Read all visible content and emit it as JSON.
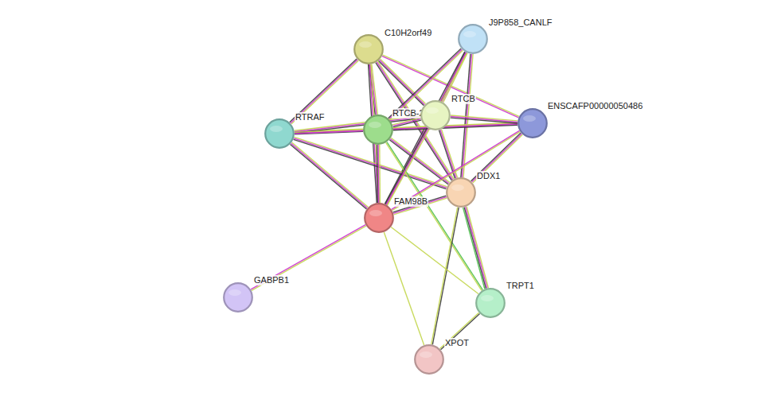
{
  "diagram": {
    "nodes": [
      {
        "text": [
          "C10H2orf49"
        ]
      },
      {
        "text": [
          "J9P858_CANLF"
        ]
      },
      {
        "text": [
          "RTRAF"
        ]
      },
      {
        "text": [
          "RTCB-2"
        ]
      },
      {
        "text": [
          "RTCB"
        ]
      },
      {
        "text": [
          "ENSCAFP00000050486"
        ]
      },
      {
        "text": [
          "DDX1"
        ]
      },
      {
        "text": [
          "FAM98B"
        ]
      },
      {
        "text": [
          "GABPB1"
        ]
      },
      {
        "text": [
          "TRPT1"
        ]
      },
      {
        "text": [
          "XPOT"
        ]
      }
    ],
    "edges": [
      {
        "from": 0,
        "to": 2,
        "arrow": "none"
      },
      {
        "from": 0,
        "to": 3,
        "arrow": "none"
      },
      {
        "from": 0,
        "to": 4,
        "arrow": "none"
      },
      {
        "from": 0,
        "to": 5,
        "arrow": "none"
      },
      {
        "from": 0,
        "to": 6,
        "arrow": "none"
      },
      {
        "from": 0,
        "to": 7,
        "arrow": "none"
      },
      {
        "from": 1,
        "to": 3,
        "arrow": "none"
      },
      {
        "from": 1,
        "to": 4,
        "arrow": "none"
      },
      {
        "from": 1,
        "to": 6,
        "arrow": "none"
      },
      {
        "from": 1,
        "to": 7,
        "arrow": "none"
      },
      {
        "from": 2,
        "to": 3,
        "arrow": "none"
      },
      {
        "from": 2,
        "to": 4,
        "arrow": "none"
      },
      {
        "from": 2,
        "to": 5,
        "arrow": "none"
      },
      {
        "from": 2,
        "to": 6,
        "arrow": "none"
      },
      {
        "from": 2,
        "to": 7,
        "arrow": "none"
      },
      {
        "from": 3,
        "to": 4,
        "arrow": "none"
      },
      {
        "from": 3,
        "to": 5,
        "arrow": "none"
      },
      {
        "from": 3,
        "to": 6,
        "arrow": "none"
      },
      {
        "from": 3,
        "to": 7,
        "arrow": "none"
      },
      {
        "from": 3,
        "to": 9,
        "arrow": "none"
      },
      {
        "from": 4,
        "to": 5,
        "arrow": "none"
      },
      {
        "from": 4,
        "to": 6,
        "arrow": "none"
      },
      {
        "from": 4,
        "to": 7,
        "arrow": "none"
      },
      {
        "from": 5,
        "to": 6,
        "arrow": "none"
      },
      {
        "from": 5,
        "to": 7,
        "arrow": "none"
      },
      {
        "from": 6,
        "to": 7,
        "arrow": "none"
      },
      {
        "from": 6,
        "to": 9,
        "arrow": "none"
      },
      {
        "from": 6,
        "to": 10,
        "arrow": "none"
      },
      {
        "from": 7,
        "to": 8,
        "arrow": "none"
      },
      {
        "from": 7,
        "to": 9,
        "arrow": "none"
      },
      {
        "from": 7,
        "to": 10,
        "arrow": "none"
      },
      {
        "from": 9,
        "to": 10,
        "arrow": "none"
      }
    ]
  }
}
